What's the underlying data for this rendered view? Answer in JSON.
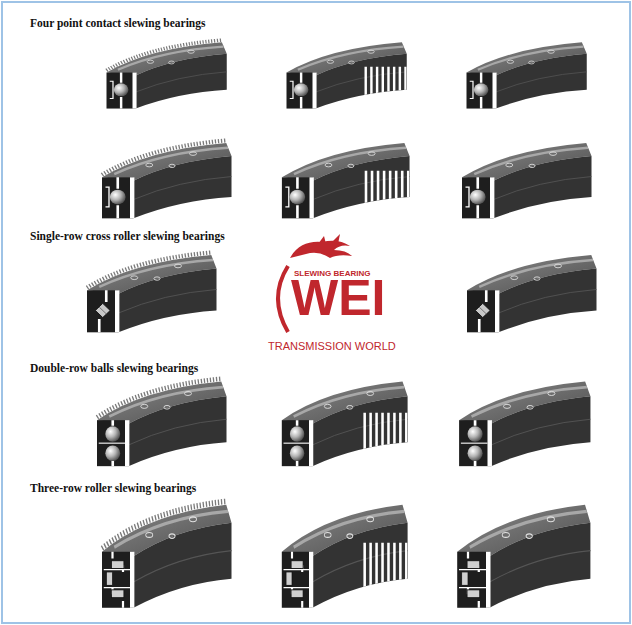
{
  "diagram": {
    "labels": [
      "Four point contact slewing bearings",
      "Single-row cross roller slewing bearings",
      "Double-row balls slewing bearings",
      "Three-row roller slewing bearings",
      "SLEWING BEARING",
      "WEI",
      "TRANSMISSION WORLD"
    ]
  }
}
